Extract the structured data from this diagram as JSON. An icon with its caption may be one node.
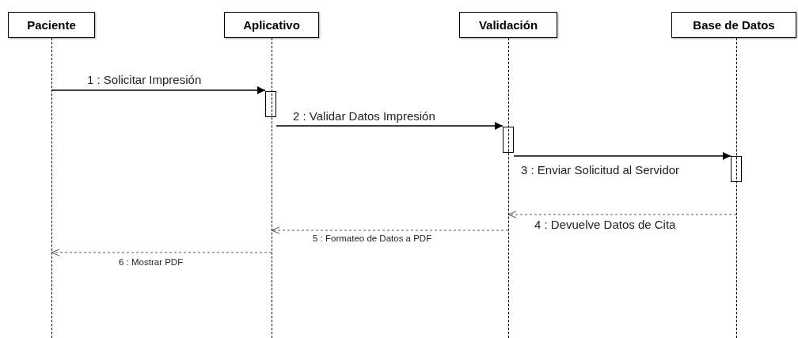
{
  "diagram": {
    "nodes": [
      {
        "text": [
          "Paciente"
        ]
      },
      {
        "text": [
          "Aplicativo"
        ]
      },
      {
        "text": [
          "Validación"
        ]
      },
      {
        "text": [
          "Base de Datos"
        ]
      },
      {
        "text": [],
        "shape": "bar"
      },
      {
        "text": [],
        "shape": "bar"
      },
      {
        "text": [],
        "shape": "bar"
      },
      {
        "text": [],
        "shape": "line"
      },
      {
        "text": [],
        "shape": "line"
      },
      {
        "text": [],
        "shape": "line"
      },
      {
        "text": [],
        "shape": "line"
      }
    ],
    "edges": [
      {
        "from": 7,
        "to": 4,
        "arrow": "to",
        "label": "1 : Solicitar Impresión"
      },
      {
        "from": 4,
        "to": 5,
        "arrow": "to",
        "label": "2 : Validar Datos Impresión"
      },
      {
        "from": 5,
        "to": 6,
        "arrow": "to",
        "label": "3 : Enviar Solicitud al Servidor"
      },
      {
        "from": 10,
        "to": 9,
        "arrow": "to",
        "label": "4 : Devuelve Datos de Cita",
        "style": "dashed"
      },
      {
        "from": 9,
        "to": 8,
        "arrow": "to",
        "label": "5 : Formateo de Datos a PDF",
        "style": "dashed"
      },
      {
        "from": 8,
        "to": 7,
        "arrow": "to",
        "label": "6 : Mostrar PDF",
        "style": "dashed"
      }
    ]
  }
}
